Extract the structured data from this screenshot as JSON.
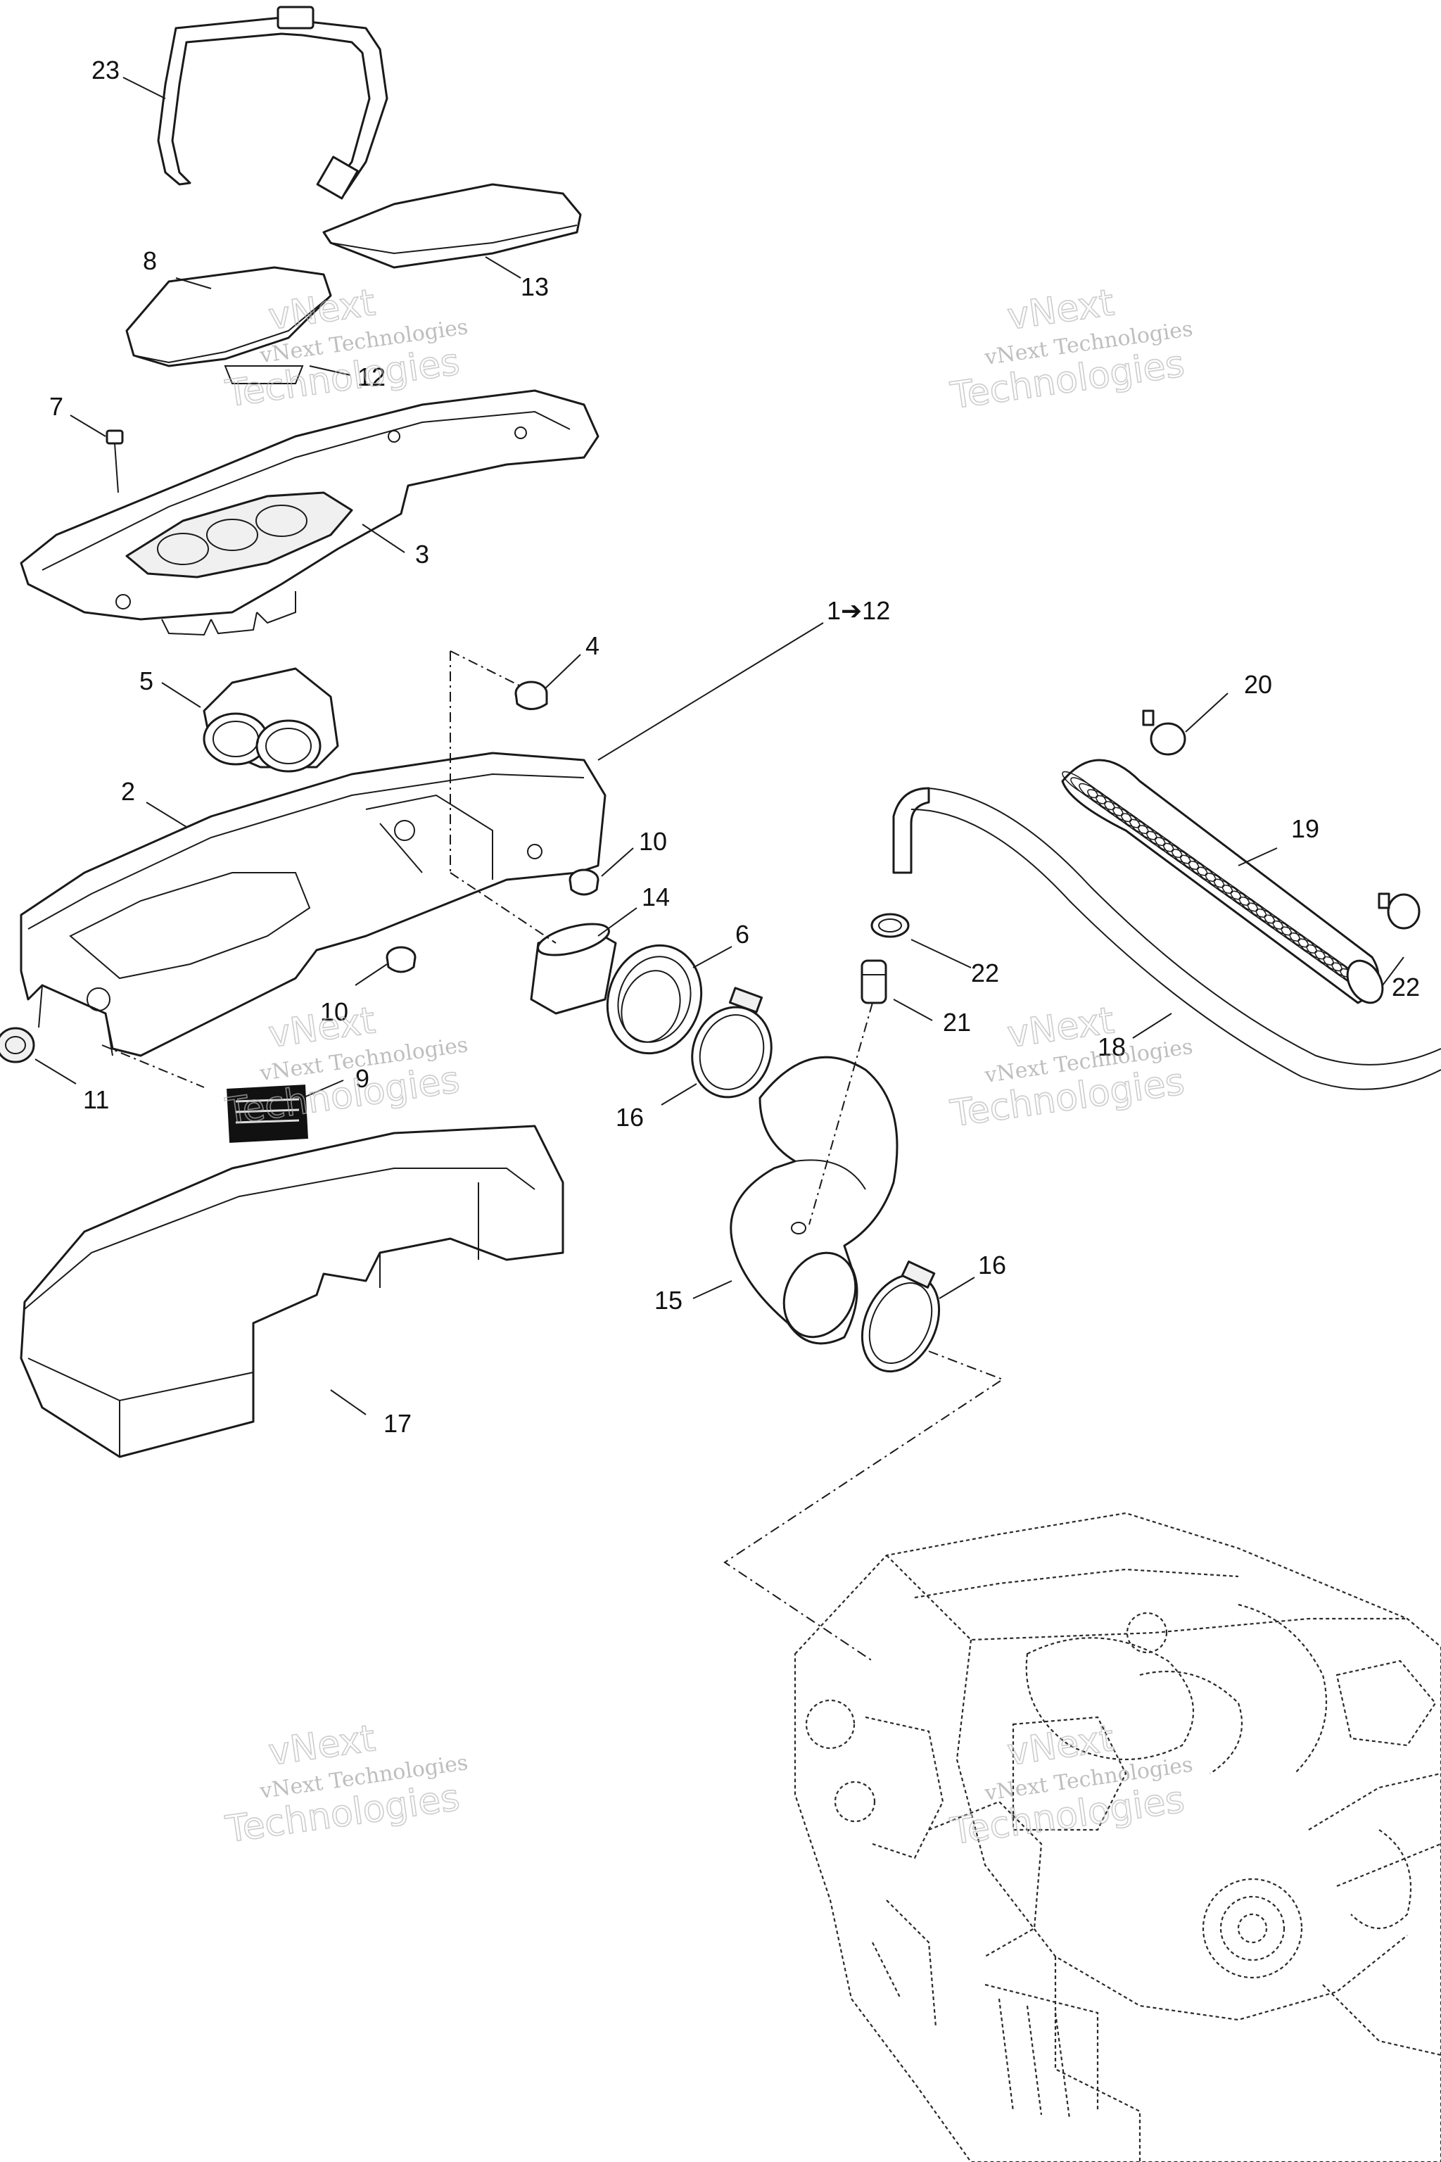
{
  "diagram": {
    "callouts": {
      "c23": "23",
      "c8": "8",
      "c13": "13",
      "c12": "12",
      "c7": "7",
      "c3": "3",
      "c1to12": "1➔12",
      "c4": "4",
      "c5": "5",
      "c2": "2",
      "c10a": "10",
      "c14": "14",
      "c6": "6",
      "c10b": "10",
      "c11": "11",
      "c9": "9",
      "c16a": "16",
      "c20": "20",
      "c19": "19",
      "c22a": "22",
      "c21": "21",
      "c22b": "22",
      "c18": "18",
      "c15": "15",
      "c16b": "16",
      "c17": "17"
    },
    "watermarks": {
      "line1": "vNext Technologies",
      "big1": "vNext",
      "big2": "Technologies"
    }
  }
}
